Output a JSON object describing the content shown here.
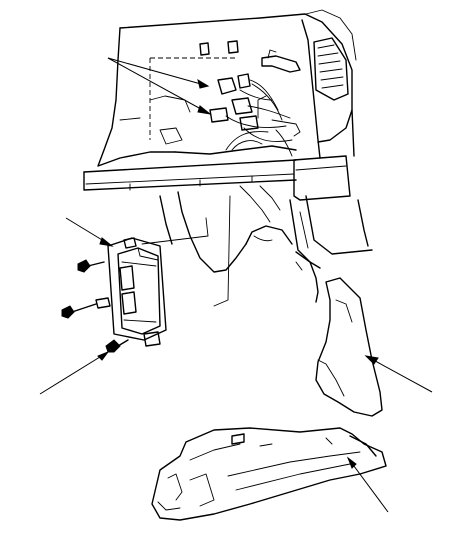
{
  "figure": {
    "kind": "exploded-view installation diagram",
    "labels": []
  },
  "leaders": [
    {
      "name": "connector-leader-a"
    },
    {
      "name": "connector-leader-b"
    },
    {
      "name": "module-leader"
    },
    {
      "name": "bolt-leader"
    },
    {
      "name": "side-trim-leader"
    },
    {
      "name": "floor-cover-leader"
    }
  ],
  "colors": {
    "line": "#000000",
    "background": "#ffffff"
  }
}
